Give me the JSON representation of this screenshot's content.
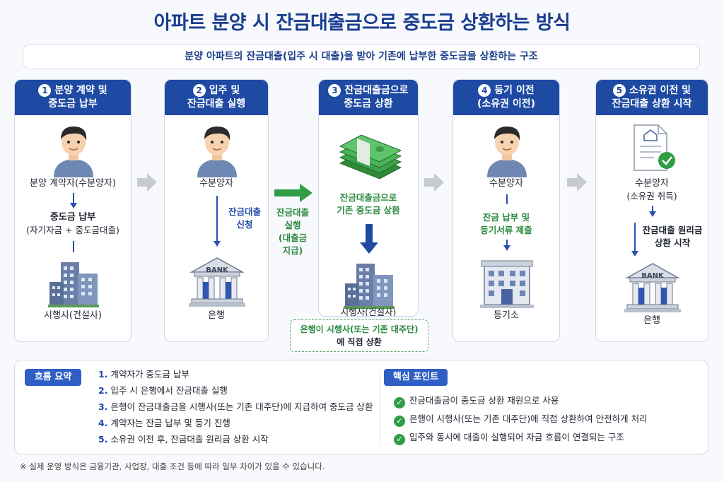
{
  "title": "아파트 분양 시 잔금대출금으로 중도금 상환하는 방식",
  "subtitle": "분양 아파트의 잔금대출(입주 시 대출)을 받아 기존에 납부한 중도금을 상환하는 구조",
  "steps": [
    {
      "num": "1",
      "title_l1": "분양 계약 및",
      "title_l2": "중도금 납부",
      "person": "분양 계약자(수분양자)",
      "action_l1": "중도금 납부",
      "action_l2": "(자기자금 + 중도금대출)",
      "target": "시행사(건설사)"
    },
    {
      "num": "2",
      "title_l1": "입주 및",
      "title_l2": "잔금대출 실행",
      "person": "수분양자",
      "action_l1": "잔금대출",
      "action_l2": "신청",
      "target": "은행",
      "bank_sign": "BANK"
    },
    {
      "num": "3",
      "title_l1": "잔금대출금으로",
      "title_l2": "중도금 상환",
      "action_l1": "잔금대출금으로",
      "action_l2": "기존 중도금 상환",
      "target": "시행사(건설사)"
    },
    {
      "num": "4",
      "title_l1": "등기 이전",
      "title_l2": "(소유권 이전)",
      "person": "수분양자",
      "action_l1": "잔금 납부 및",
      "action_l2": "등기서류 제출",
      "target": "등기소"
    },
    {
      "num": "5",
      "title_l1": "소유권 이전 및",
      "title_l2": "잔금대출 상환 시작",
      "person_l1": "수분양자",
      "person_l2": "(소유권 취득)",
      "action_l1": "잔금대출 원리금",
      "action_l2": "상환 시작",
      "target": "은행",
      "bank_sign": "BANK"
    }
  ],
  "mid_arrow": {
    "l1": "잔금대출",
    "l2": "실행",
    "l3": "(대출금",
    "l4": "지급)"
  },
  "direct_note": {
    "l1": "은행이 시행사(또는 기존 대주단)",
    "l2": "에 직접 상환"
  },
  "summary": {
    "flow_tag": "흐름 요약",
    "flow": [
      {
        "n": "1.",
        "text": "계약자가 중도금 납부"
      },
      {
        "n": "2.",
        "text": "입주 시 은행에서 잔금대출 실행"
      },
      {
        "n": "3.",
        "text": "은행이 잔금대출금을 시행사(또는 기존 대주단)에 지급하여 중도금 상환"
      },
      {
        "n": "4.",
        "text": "계약자는 잔금 납부 및 등기 진행"
      },
      {
        "n": "5.",
        "text": "소유권 이전 후, 잔금대출 원리금 상환 시작"
      }
    ],
    "points_tag": "핵심 포인트",
    "points": [
      "잔금대출금이 중도금 상환 재원으로 사용",
      "은행이 시행사(또는 기존 대주단)에 직접 상환하여 안전하게 처리",
      "입주와 동시에 대출이 실행되어 자금 흐름이 연결되는 구조"
    ]
  },
  "footnote": "※ 실제 운영 방식은 금융기관, 사업장, 대출 조건 등에 따라 일부 차이가 있을 수 있습니다.",
  "colors": {
    "primary": "#1e4aa3",
    "green": "#2b8a3e",
    "gray_arrow": "#c7cbd1"
  }
}
